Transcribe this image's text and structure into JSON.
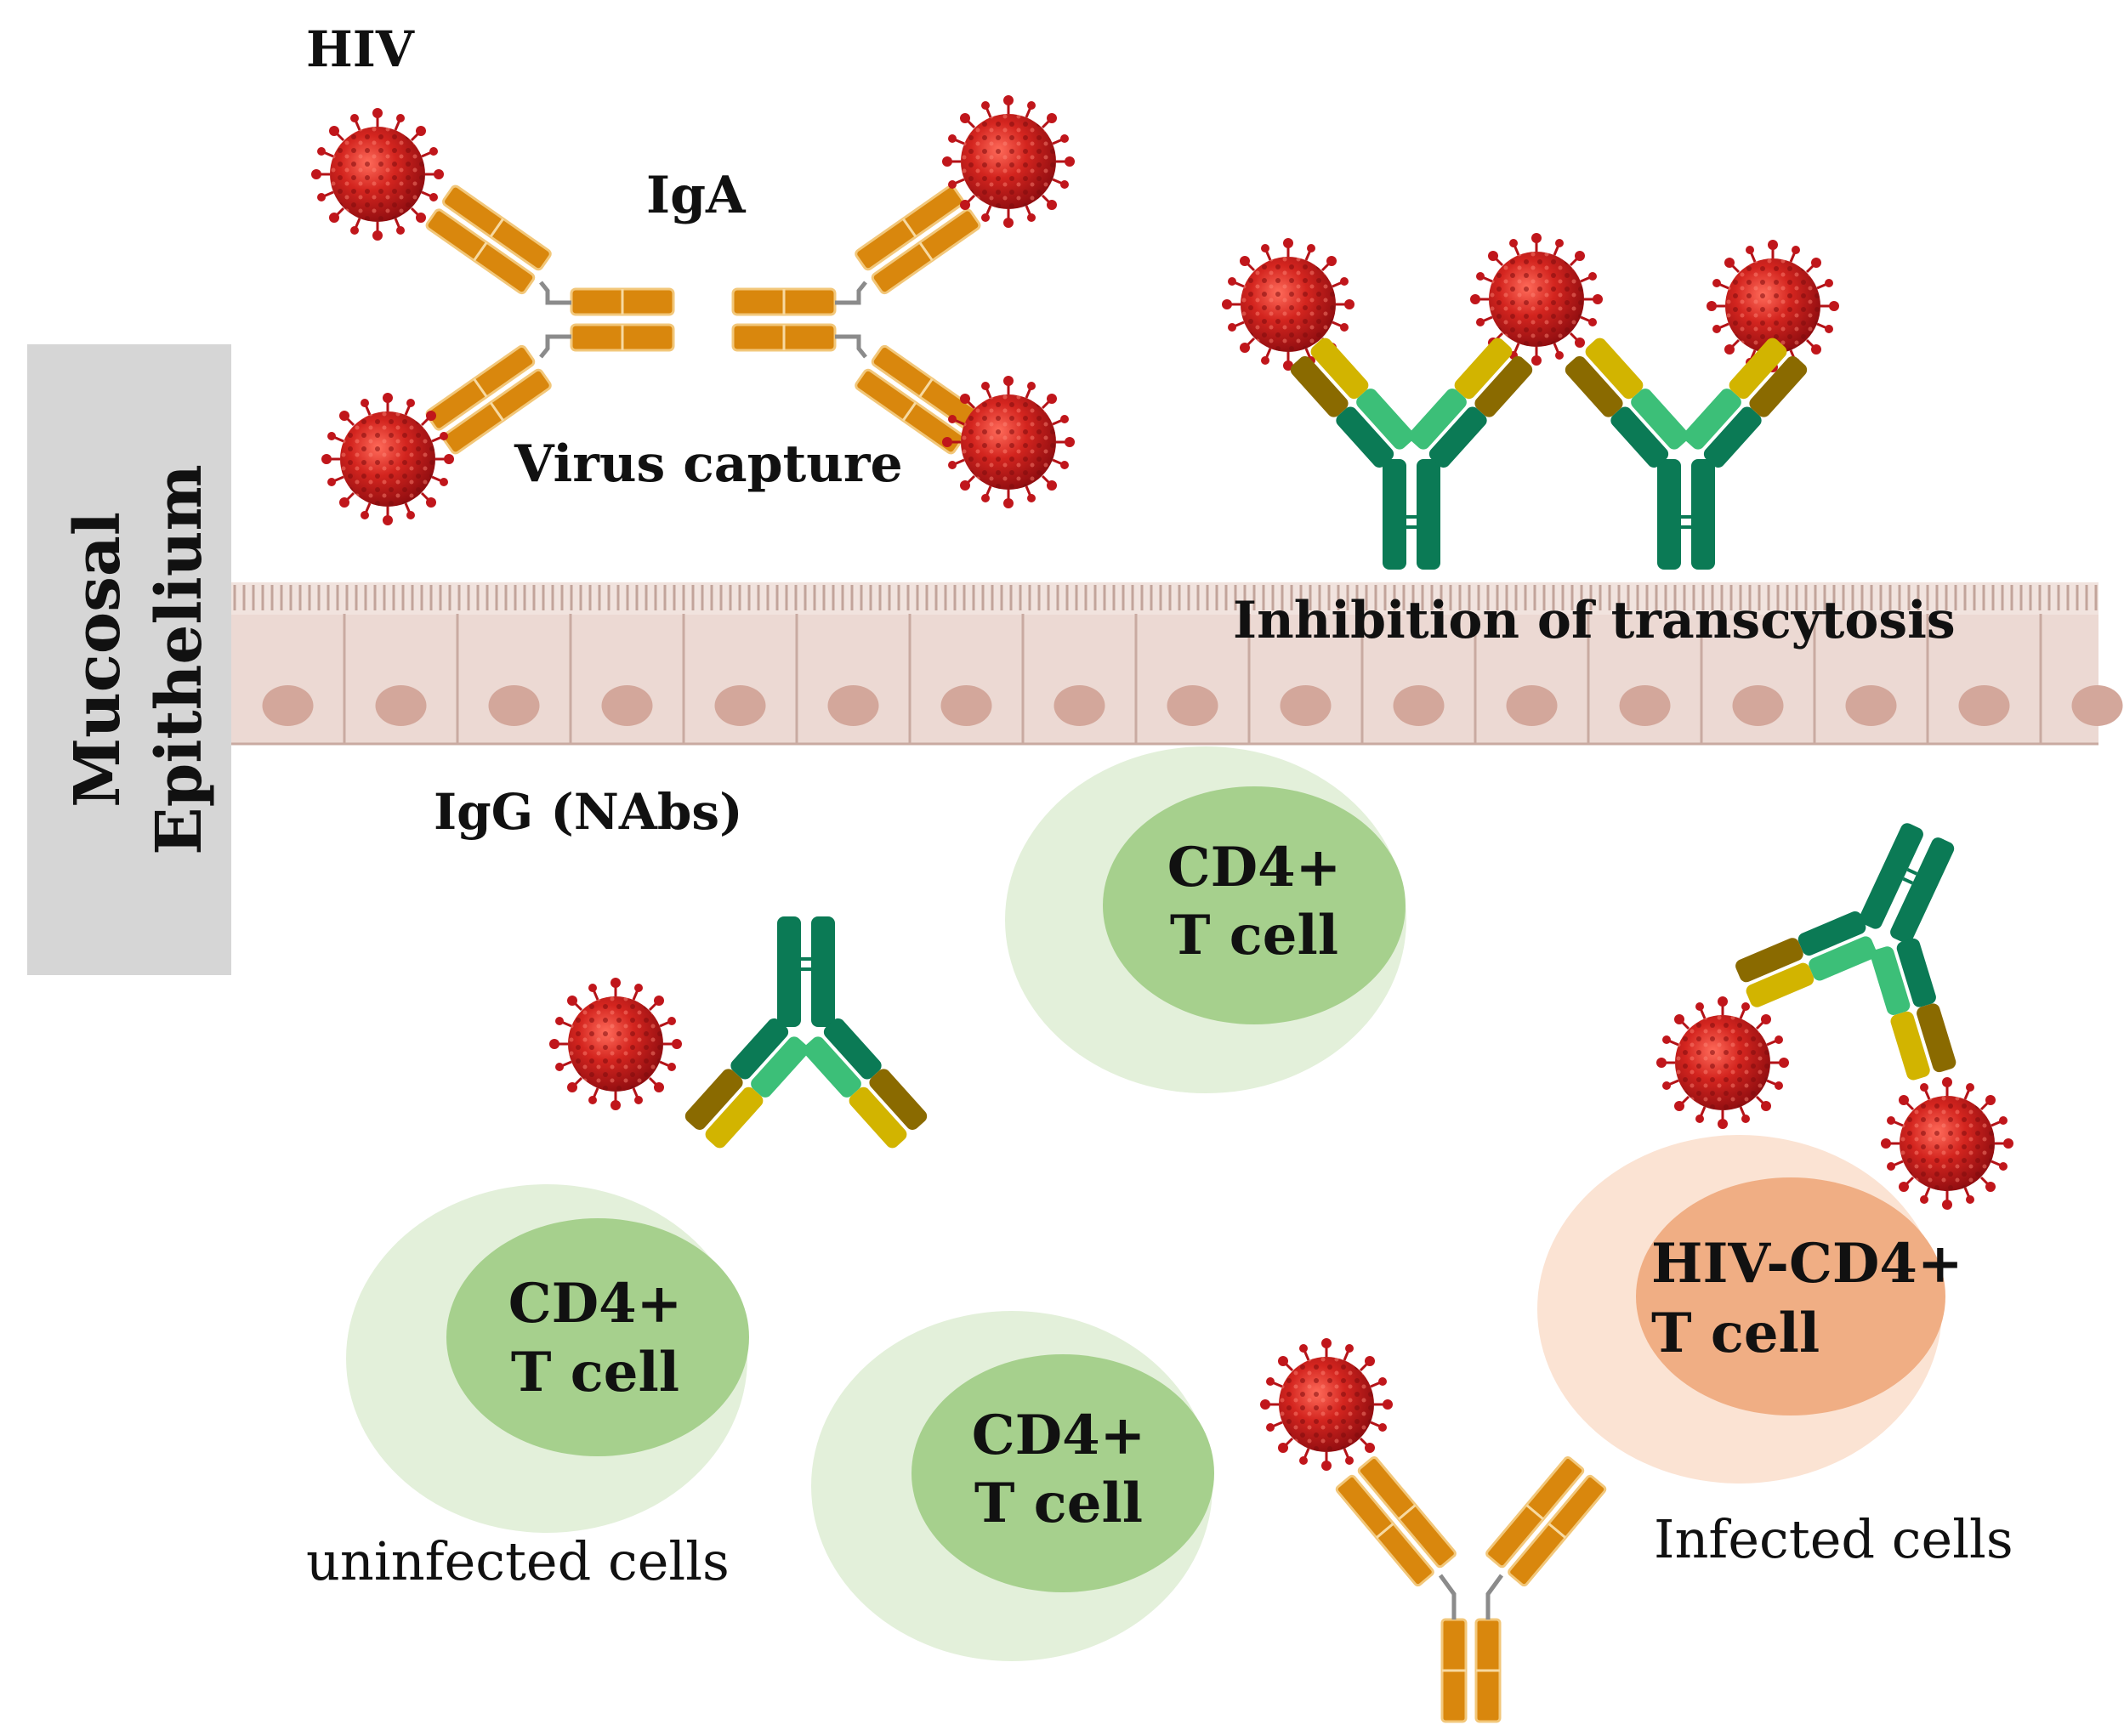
{
  "side_label": {
    "line1": "Mucosal",
    "line2": "Epithelium"
  },
  "labels": {
    "hiv": "HIV",
    "iga": "IgA",
    "virus_capture": "Virus capture",
    "inhibition": "Inhibition of transcytosis",
    "igg": "IgG (NAbs)",
    "uninfected": "uninfected  cells",
    "infected": "Infected  cells"
  },
  "cells": [
    {
      "line1": "CD4+",
      "line2": "T cell",
      "state": "uninfected"
    },
    {
      "line1": "CD4+",
      "line2": "T cell",
      "state": "uninfected"
    },
    {
      "line1": "CD4+",
      "line2": "T cell",
      "state": "uninfected"
    },
    {
      "line1": "HIV-CD4+",
      "line2": "T cell",
      "state": "infected"
    }
  ],
  "colors": {
    "virus": "#c0161b",
    "iga": "#d9870d",
    "igg_dark": "#0b7a55",
    "igg_light": "#3cbf78",
    "igg_tip_olive": "#8a6a00",
    "igg_tip_yellow": "#d2b400",
    "cell_outer": "#e3f0da",
    "cell_inner": "#a6d08d",
    "infected_outer": "#fbe3d3",
    "infected_inner": "#f0ae84",
    "epithelium": "#ecd9d3",
    "nucleus": "#d3a79b",
    "side_box": "#d6d6d6"
  }
}
